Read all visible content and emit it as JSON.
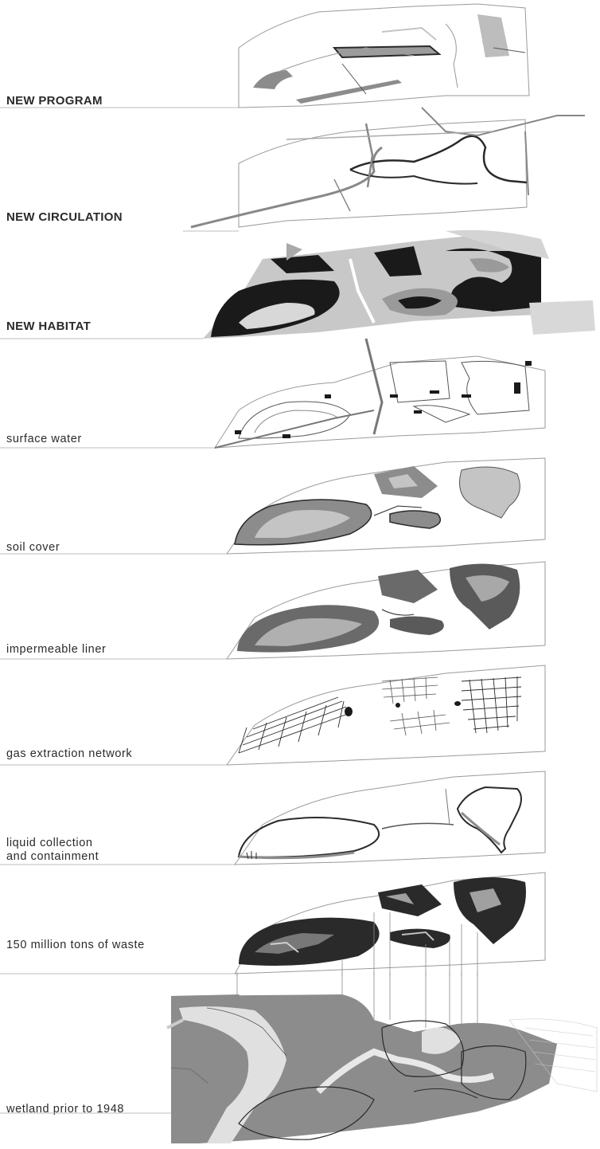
{
  "layers": [
    {
      "id": "new-program",
      "label": "NEW PROGRAM",
      "style": "bold"
    },
    {
      "id": "new-circulation",
      "label": "NEW CIRCULATION",
      "style": "bold"
    },
    {
      "id": "new-habitat",
      "label": "NEW HABITAT",
      "style": "bold"
    },
    {
      "id": "surface-water",
      "label": "surface water",
      "style": "plain"
    },
    {
      "id": "soil-cover",
      "label": "soil cover",
      "style": "plain"
    },
    {
      "id": "impermeable-liner",
      "label": "impermeable liner",
      "style": "plain"
    },
    {
      "id": "gas-extraction-network",
      "label": "gas extraction network",
      "style": "plain"
    },
    {
      "id": "liquid-collection",
      "label": "liquid collection\nand containment",
      "style": "plain"
    },
    {
      "id": "waste",
      "label": "150 million tons of waste",
      "style": "plain"
    },
    {
      "id": "wetland",
      "label": "wetland prior to 1948",
      "style": "plain"
    }
  ],
  "colors": {
    "ink": "#2a2a2a",
    "outline": "#9a9a9a",
    "fill_mid": "#8c8c8c",
    "fill_light": "#c4c4c4",
    "fill_dark": "#1a1a1a"
  }
}
